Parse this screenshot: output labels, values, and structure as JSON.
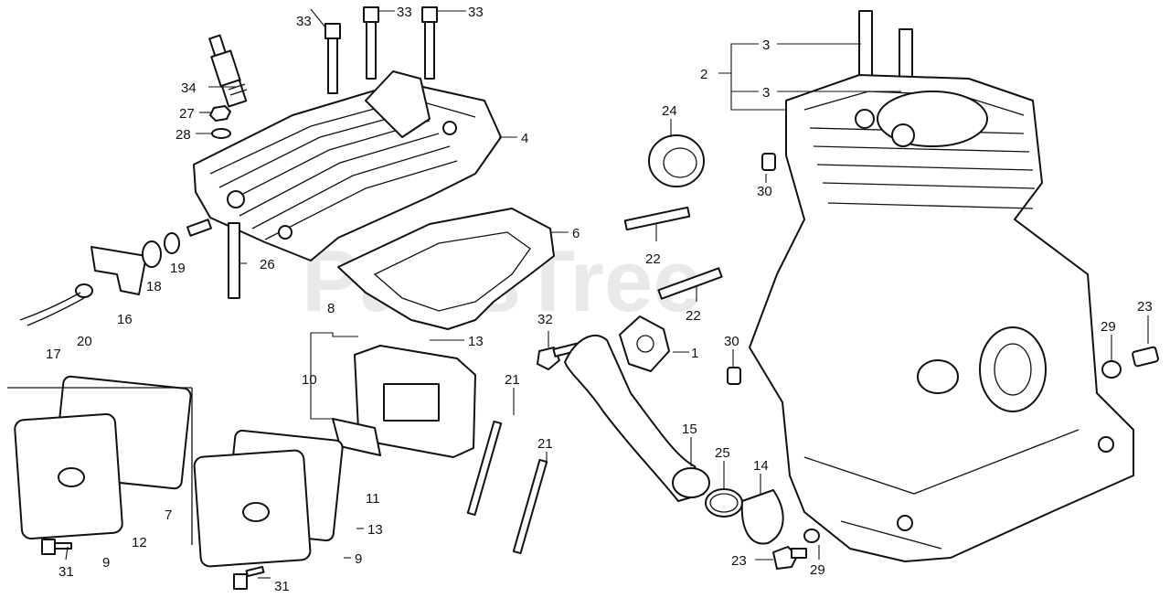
{
  "watermark": "PartsTree",
  "callouts": [
    "1",
    "2",
    "3",
    "3",
    "4",
    "6",
    "7",
    "8",
    "9",
    "9",
    "10",
    "11",
    "12",
    "13",
    "13",
    "14",
    "15",
    "16",
    "17",
    "18",
    "19",
    "20",
    "21",
    "21",
    "22",
    "22",
    "23",
    "23",
    "24",
    "25",
    "26",
    "27",
    "28",
    "29",
    "29",
    "30",
    "30",
    "31",
    "31",
    "32",
    "33",
    "33",
    "33",
    "34"
  ]
}
